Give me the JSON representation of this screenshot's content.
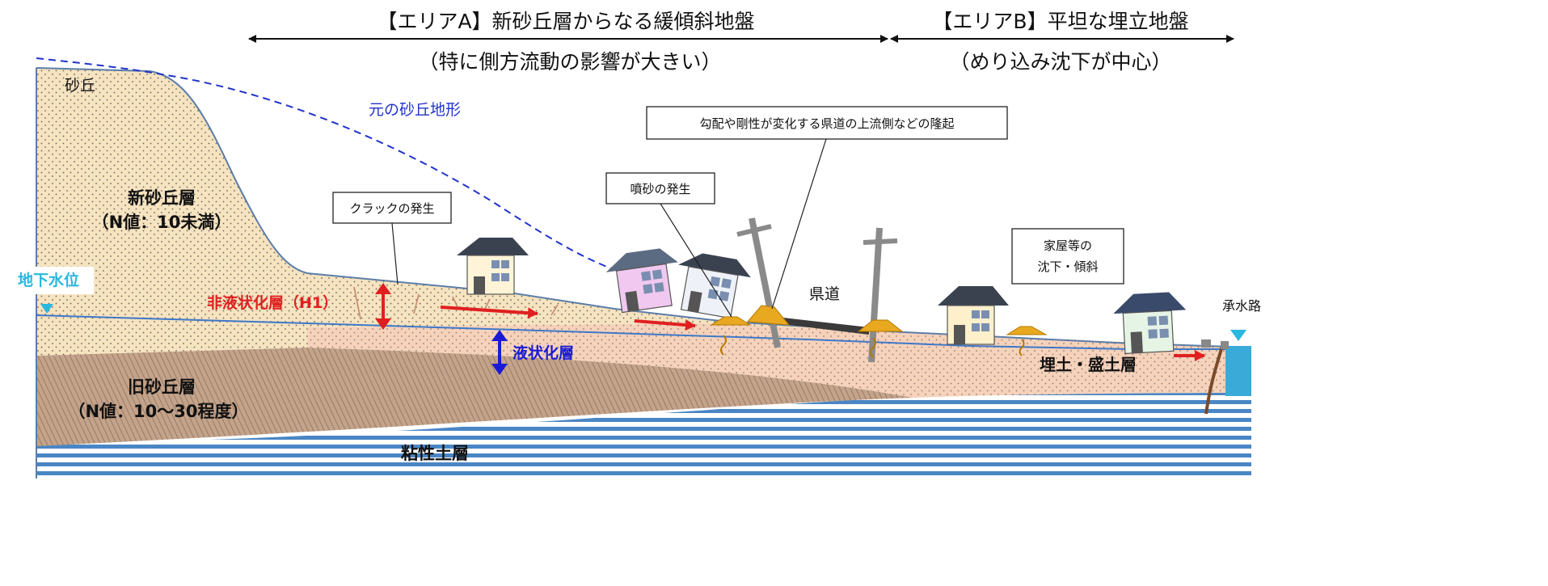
{
  "header": {
    "area_a": {
      "title": "【エリアA】新砂丘層からなる緩傾斜地盤",
      "subtitle": "（特に側方流動の影響が大きい）"
    },
    "area_b": {
      "title": "【エリアB】平坦な埋立地盤",
      "subtitle": "（めり込み沈下が中心）"
    }
  },
  "labels": {
    "dune": "砂丘",
    "original_dune": "元の砂丘地形",
    "new_dune_layer": "新砂丘層",
    "new_dune_n": "（N値：10未満）",
    "groundwater": "地下水位",
    "non_liquefied": "非液状化層（H1）",
    "liquefied": "液状化層",
    "old_dune_layer": "旧砂丘層",
    "old_dune_n": "（N値：10～30程度）",
    "clay_layer": "粘性土層",
    "fill_layer": "埋土・盛土層",
    "prefectural_road": "県道",
    "waterway": "承水路"
  },
  "callouts": {
    "crack": "クラックの発生",
    "sand_boil": "噴砂の発生",
    "uplift": "勾配や剛性が変化する県道の上流側などの隆起",
    "houses_line1": "家屋等の",
    "houses_line2": "沈下・傾斜"
  },
  "colors": {
    "dune_sand": "#f6e3c0",
    "fill_soil": "#f6d2bb",
    "old_dune": "#c5a58c",
    "clay_stripe": "#4a86c5",
    "water_line": "#3d78c9",
    "dashed_terrain": "#2233cc",
    "arrow_red": "#e02020",
    "arrow_blue": "#1a1ad4",
    "groundwater_text": "#29b8e0",
    "boil_sand": "#e8a820"
  }
}
